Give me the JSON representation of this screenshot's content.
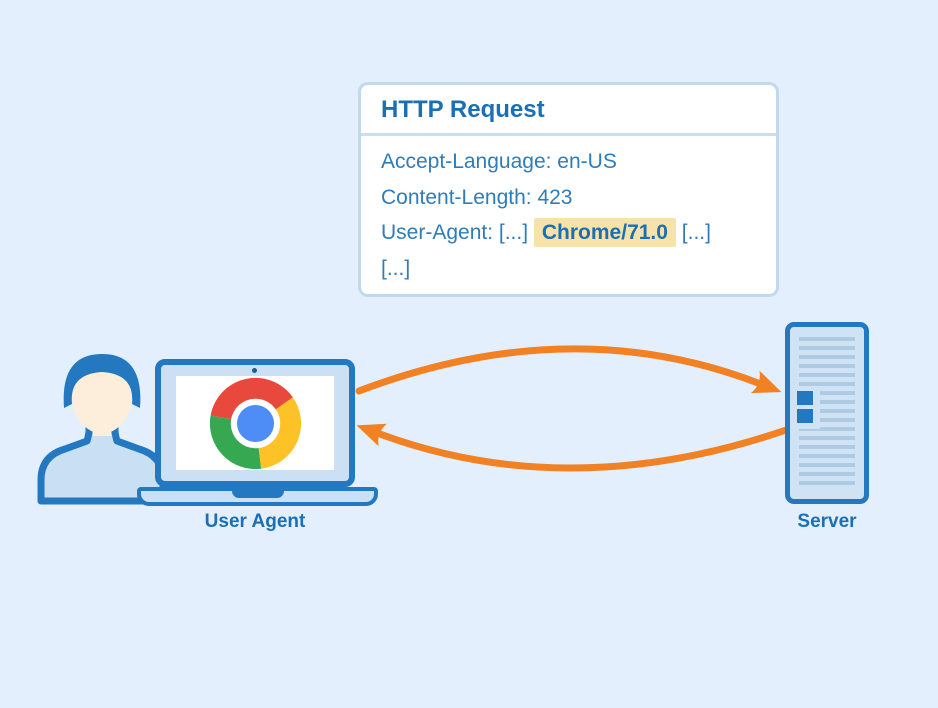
{
  "diagram": {
    "card": {
      "title": "HTTP Request",
      "line1": "Accept-Language: en-US",
      "line2": "Content-Length: 423",
      "line3_prefix": "User-Agent: [...] ",
      "line3_highlight": "Chrome/71.0",
      "line3_suffix": " [...]",
      "line4": "[...]"
    },
    "labels": {
      "user_agent": "User Agent",
      "server": "Server"
    },
    "icons": [
      "user-icon",
      "laptop-icon",
      "chrome-logo-icon",
      "server-icon",
      "request-arrow-icon",
      "response-arrow-icon"
    ],
    "colors": {
      "background": "#E3EFFC",
      "outline_blue": "#2478BF",
      "title_blue": "#1A6FB5",
      "body_text_blue": "#2F7CBA",
      "card_border": "#C2D9EC",
      "highlight_yellow": "#F7E2AA",
      "arrow_orange": "#F18122",
      "fill_light_blue": "#CBE0F4",
      "server_slat_blue": "#AFCBE4",
      "skin": "#FCEEDB",
      "chrome_red": "#E9483C",
      "chrome_yellow": "#FCC227",
      "chrome_green": "#35A851",
      "chrome_blue": "#4E8DF5"
    }
  }
}
